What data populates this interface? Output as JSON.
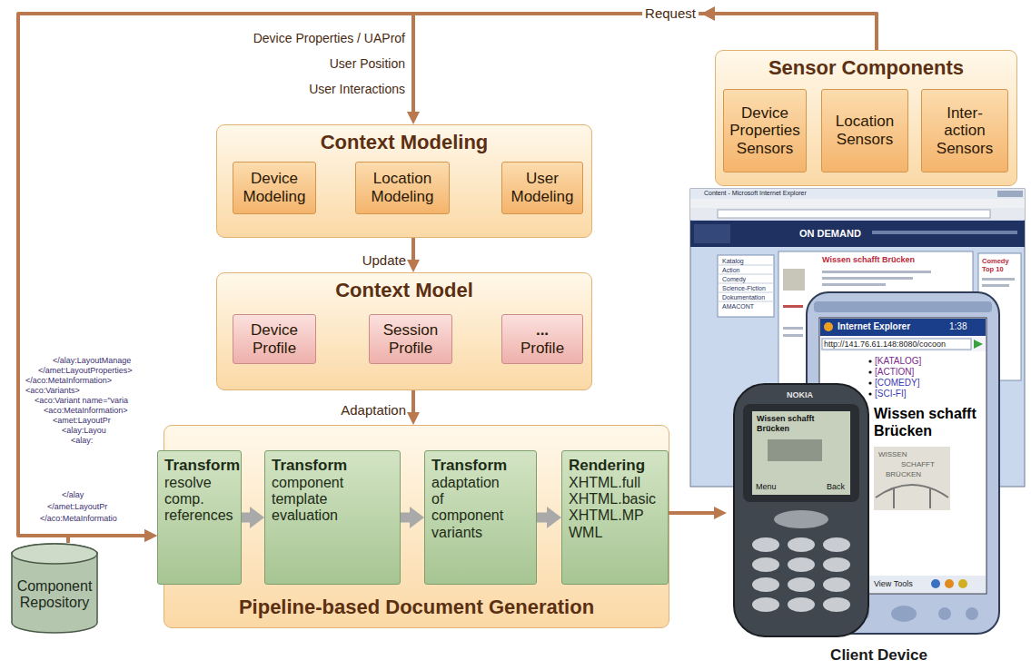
{
  "diagram": {
    "nodes": [
      {
        "text": [
          "Sensor Components"
        ]
      },
      {
        "text": [
          "Device Properties Sensors"
        ],
        "in": 0
      },
      {
        "text": [
          "Location Sensors"
        ],
        "in": 0
      },
      {
        "text": [
          "Inter- action Sensors"
        ],
        "in": 0
      },
      {
        "text": [
          "Context Modeling"
        ]
      },
      {
        "text": [
          "Device Modeling"
        ],
        "in": 4
      },
      {
        "text": [
          "Location Modeling"
        ],
        "in": 4
      },
      {
        "text": [
          "User Modeling"
        ],
        "in": 4
      },
      {
        "text": [
          "Context Model"
        ]
      },
      {
        "text": [
          "Device Profile"
        ],
        "in": 8
      },
      {
        "text": [
          "Session Profile"
        ],
        "in": 8
      },
      {
        "text": [
          "...",
          "Profile"
        ],
        "in": 8
      },
      {
        "text": [
          "Pipeline-based Document Generation"
        ]
      },
      {
        "text": [
          "Transform",
          "resolve comp. references"
        ],
        "in": 12
      },
      {
        "text": [
          "Transform",
          "component template evaluation"
        ],
        "in": 12
      },
      {
        "text": [
          "Transform",
          "adaptation of component variants"
        ],
        "in": 12
      },
      {
        "text": [
          "Rendering",
          "XHTML.full XHTML.basic XHTML.MP WML"
        ],
        "in": 12
      },
      {
        "text": [
          "Component Repository"
        ]
      },
      {
        "text": [
          "Client Device"
        ]
      }
    ],
    "edges": [
      {
        "from": 0,
        "to": 4,
        "arrow": "to",
        "label": "Request"
      },
      {
        "from": 0,
        "to": 13,
        "arrow": "to"
      },
      {
        "from": 4,
        "to": 8,
        "arrow": "to",
        "label": "Update"
      },
      {
        "from": 8,
        "to": 12,
        "arrow": "to",
        "label": "Adaptation"
      },
      {
        "from": 17,
        "to": 13,
        "arrow": "to"
      },
      {
        "from": 13,
        "to": 14,
        "arrow": "to"
      },
      {
        "from": 14,
        "to": 15,
        "arrow": "to"
      },
      {
        "from": 15,
        "to": 16,
        "arrow": "to"
      },
      {
        "from": 16,
        "to": 18,
        "arrow": "to"
      }
    ],
    "labels": [
      "Device Properties / UAProf",
      "User Position",
      "User Interactions",
      "</alay:LayoutManage",
      "</amet:LayoutProperties>",
      "</aco:MetaInformation>",
      "<aco:Variants>",
      "<aco:Variant name=\"varia",
      "<aco:MetaInformation>",
      "<amet:LayoutPr",
      "<alay:Layou",
      "<alay:",
      "</alay",
      "</amet:LayoutPr",
      "</aco:MetaInformatio",
      "Content - Microsoft Internet Explorer",
      "ON DEMAND",
      "Katalog",
      "Action",
      "Comedy",
      "Science-Fiction",
      "Dokumentation",
      "AMACONT",
      "Wissen schafft Brücken",
      "Comedy Top 10",
      "Internet Explorer",
      "1:38",
      "http://141.76.61.148:8080/cocoon",
      "[KATALOG]",
      "[ACTION]",
      "[COMEDY]",
      "[SCI-FI]",
      "Wissen schafft Brücken",
      "WISSEN",
      "SCHAFFT",
      "BRÜCKEN",
      "View Tools",
      "NOKIA",
      "Wissen schafft Brücken",
      "Menu",
      "Back"
    ]
  }
}
